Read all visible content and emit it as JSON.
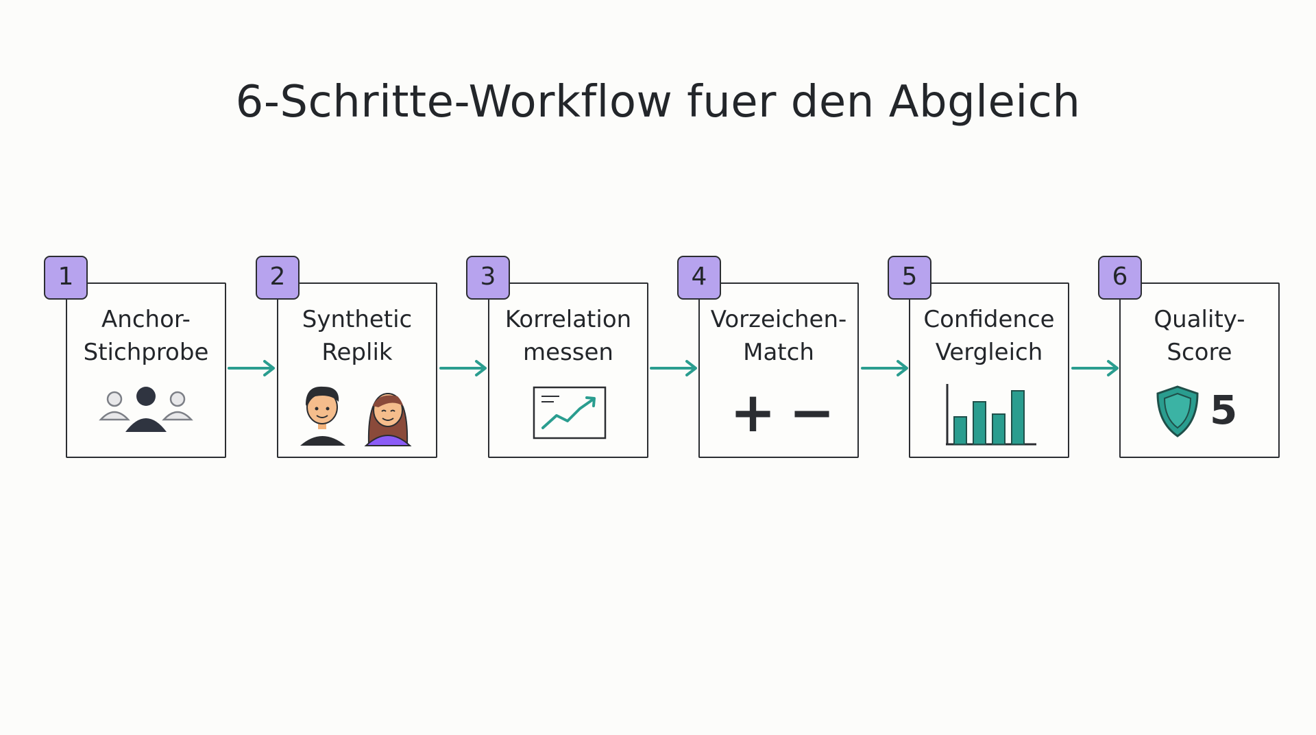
{
  "title": "6-Schritte-Workflow fuer den Abgleich",
  "colors": {
    "badge": "#b7a3ee",
    "accent": "#2a9d8f",
    "ink": "#2b2d31"
  },
  "steps": [
    {
      "number": "1",
      "lines": [
        "Anchor-",
        "Stichprobe"
      ],
      "icon": "group-icon"
    },
    {
      "number": "2",
      "lines": [
        "Synthetic",
        "Replik"
      ],
      "icon": "people-icon"
    },
    {
      "number": "3",
      "lines": [
        "Korrelation",
        "messen"
      ],
      "icon": "trend-chart-icon"
    },
    {
      "number": "4",
      "lines": [
        "Vorzeichen-",
        "Match"
      ],
      "icon": "plus-minus-icon",
      "plus": "+",
      "minus": "−"
    },
    {
      "number": "5",
      "lines": [
        "Confidence",
        "Vergleich"
      ],
      "icon": "bar-chart-icon"
    },
    {
      "number": "6",
      "lines": [
        "Quality-",
        "Score"
      ],
      "icon": "shield-icon",
      "score": "5"
    }
  ]
}
